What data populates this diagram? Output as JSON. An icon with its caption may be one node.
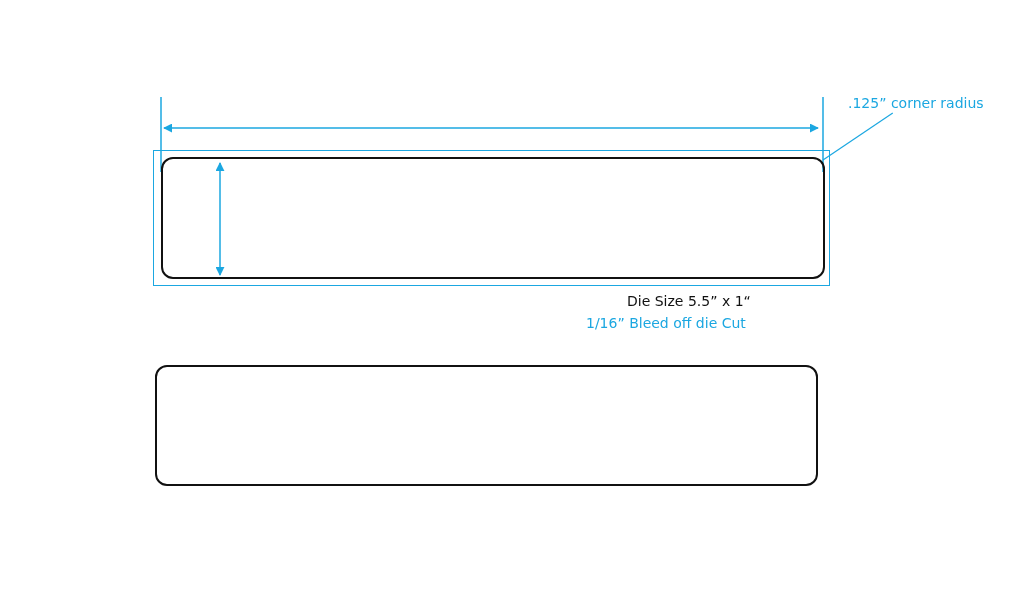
{
  "diagram": {
    "nodes": [
      {
        "text": [
          ".125” corner radius"
        ]
      },
      {
        "text": [],
        "shape": "box"
      },
      {
        "text": [],
        "shape": "box",
        "in": 1
      },
      {
        "text": [],
        "shape": "box"
      }
    ],
    "edges": [
      {
        "from": 0,
        "to": 2,
        "arrow": "none"
      }
    ],
    "labels": [
      "Die Size 5.5” x 1“",
      "1/16” Bleed off die Cut"
    ]
  }
}
